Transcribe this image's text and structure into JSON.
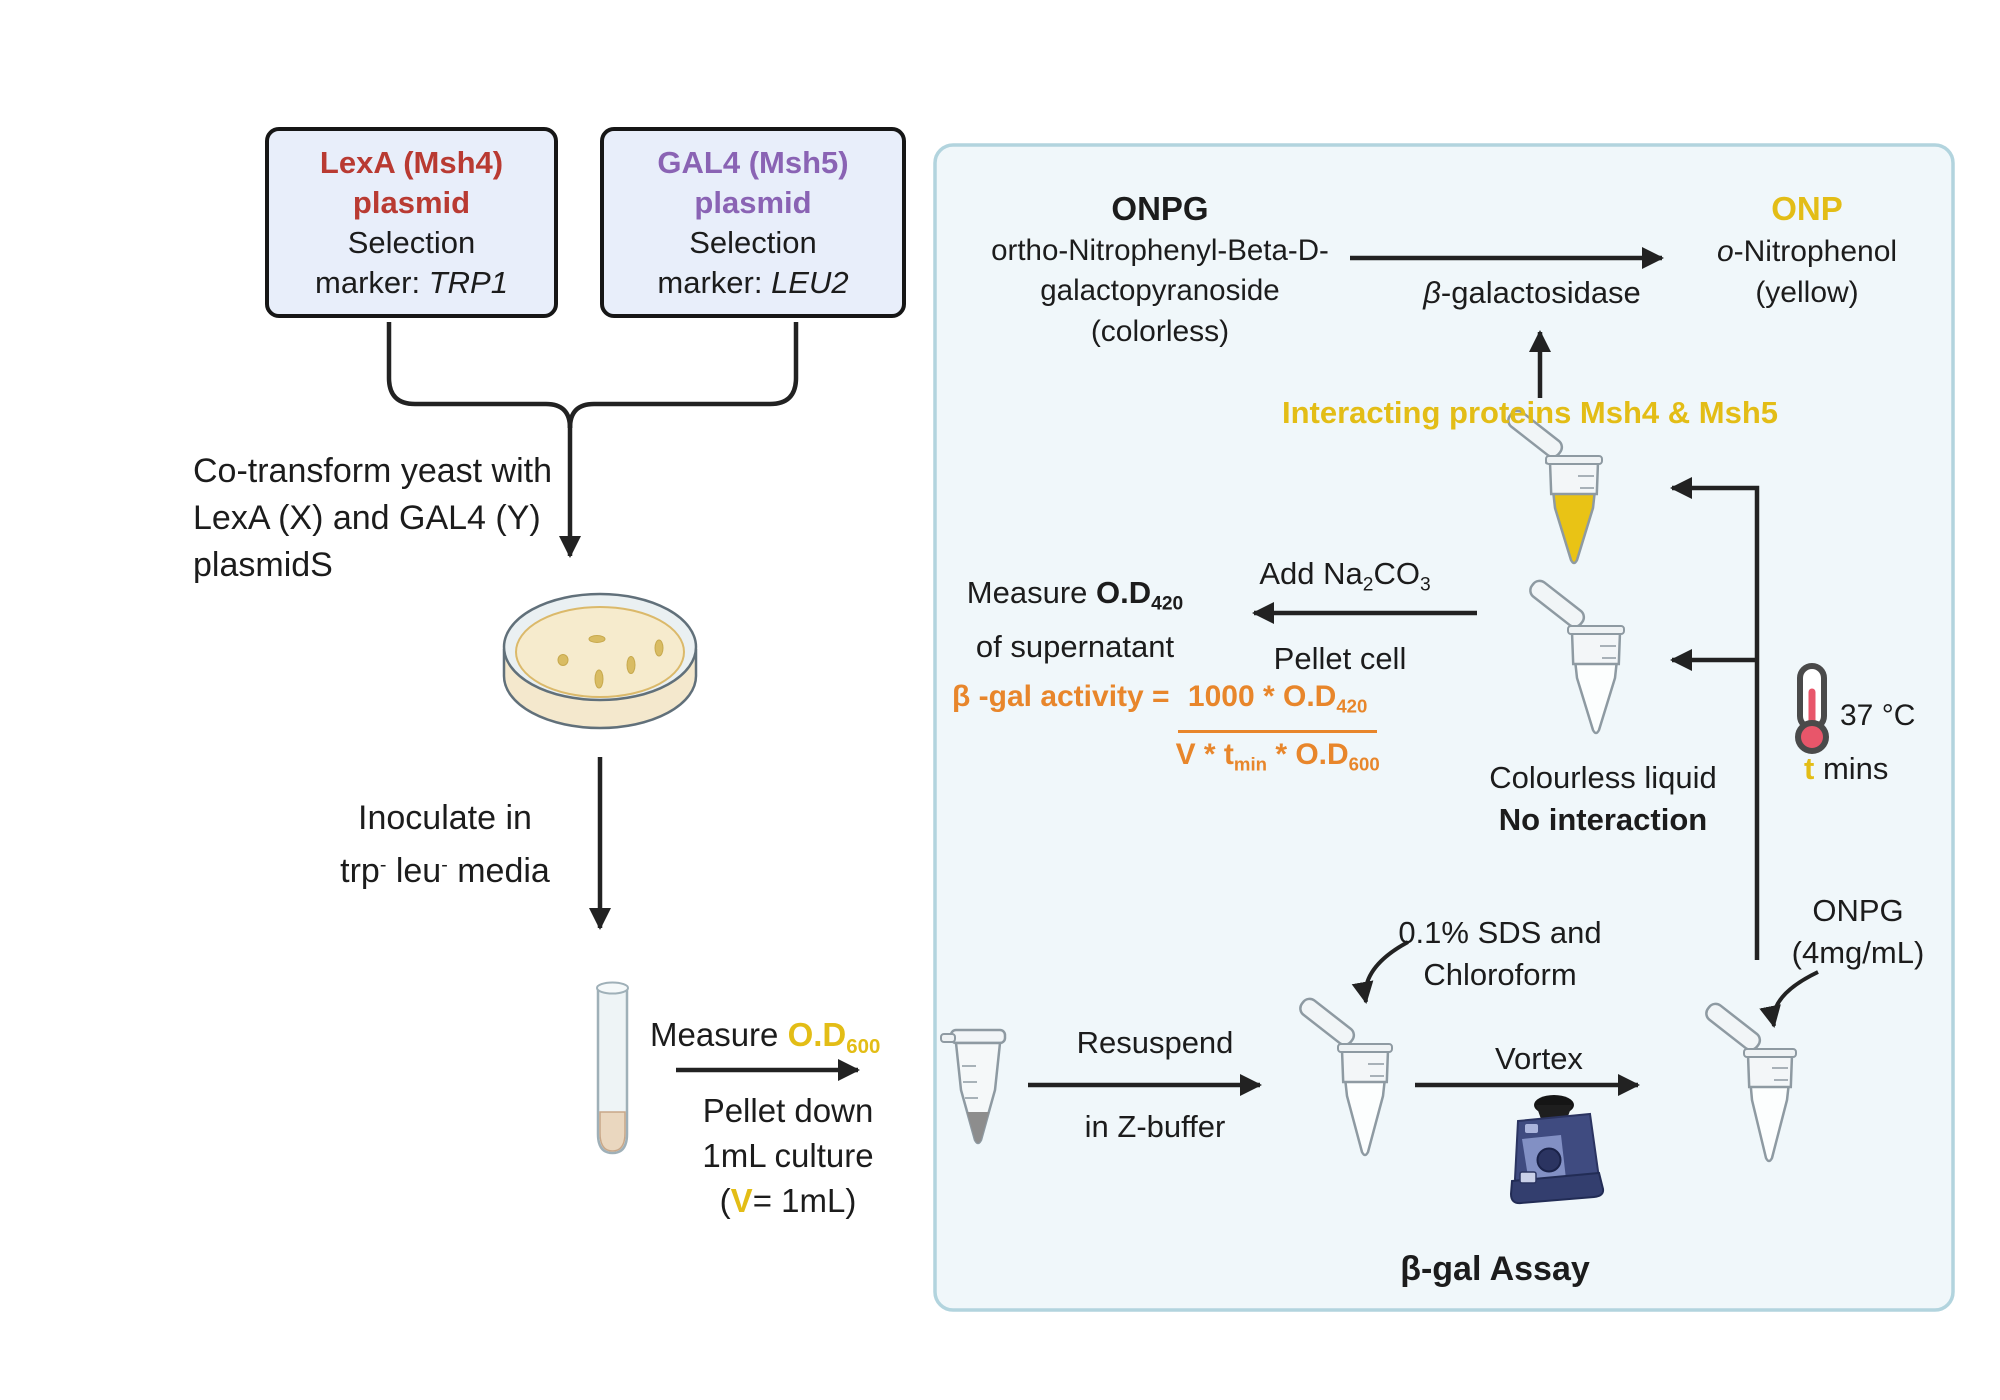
{
  "plasmid_boxes": {
    "lexa": {
      "name_line": "LexA (Msh4)",
      "type_line": "plasmid",
      "sel_line": "Selection",
      "marker_prefix": "marker: ",
      "marker_gene": "TRP1",
      "accent_color": "#b93a32"
    },
    "gal4": {
      "name_line": "GAL4 (Msh5)",
      "type_line": "plasmid",
      "sel_line": "Selection",
      "marker_prefix": "marker: ",
      "marker_gene": "LEU2",
      "accent_color": "#8a63b4"
    }
  },
  "left_flow": {
    "cotransform": {
      "line1": "Co-transform yeast with",
      "line2": "LexA (X) and GAL4 (Y)",
      "line3": "plasmidS"
    },
    "inoculate": {
      "line1": "Inoculate in",
      "l2_part1": "trp",
      "l2_sup1": "-",
      "l2_part2": " leu",
      "l2_sup2": "-",
      "l2_part3": " media"
    },
    "measure_od600": {
      "prefix": "Measure ",
      "od": "O.D",
      "sub": "600"
    },
    "pellet": {
      "line1": "Pellet down",
      "line2": "1mL culture",
      "l3_open": "(",
      "l3_v": "V",
      "l3_rest": "= 1mL)"
    }
  },
  "assay_panel": {
    "onpg": {
      "title": "ONPG",
      "line1": "ortho-Nitrophenyl-Beta-D-",
      "line2": "galactopyranoside",
      "line3": "(colorless)"
    },
    "enzyme": {
      "beta": "β",
      "rest": "-galactosidase"
    },
    "onp": {
      "title": "ONP",
      "o": "o",
      "rest": "-Nitrophenol",
      "line2": "(yellow)"
    },
    "interacting_label": "Interacting proteins Msh4 & Msh5",
    "measure_od420": {
      "prefix": "Measure ",
      "od": "O.D",
      "sub": "420",
      "line2": "of supernatant"
    },
    "add_na2co3": {
      "p1": "Add Na",
      "s1": "2",
      "p2": "CO",
      "s2": "3"
    },
    "pellet_cell": "Pellet cell",
    "formula": {
      "lhs": "β -gal activity = ",
      "num_main": "1000 * O.D",
      "num_sub": "420",
      "den_p1": "V * t",
      "den_sub1": "min",
      "den_p2": " * O.D",
      "den_sub2": "600"
    },
    "no_interaction": {
      "line1": "Colourless liquid",
      "line2": "No interaction"
    },
    "incubation": {
      "temp": "37 °C",
      "t": "t",
      "t_rest": " mins"
    },
    "sds": {
      "line1": "0.1% SDS and",
      "line2": "Chloroform"
    },
    "resuspend": {
      "line1": "Resuspend",
      "line2": "in Z-buffer"
    },
    "vortex_label": "Vortex",
    "onpg_add": {
      "line1": "ONPG",
      "line2": "(4mg/mL)"
    },
    "panel_title": "β-gal Assay"
  },
  "colors": {
    "red_accent": "#b93a32",
    "purple_accent": "#8a63b4",
    "gold_accent": "#e3bd16",
    "orange_accent": "#e8862b",
    "panel_bg": "#f0f7fa",
    "panel_border": "#b2d4de",
    "box_bg": "#e8eefa",
    "line": "#222222",
    "thermometer_red": "#e8566a",
    "yellow_liquid": "#e9c315",
    "agar": "#f6ebcd"
  }
}
